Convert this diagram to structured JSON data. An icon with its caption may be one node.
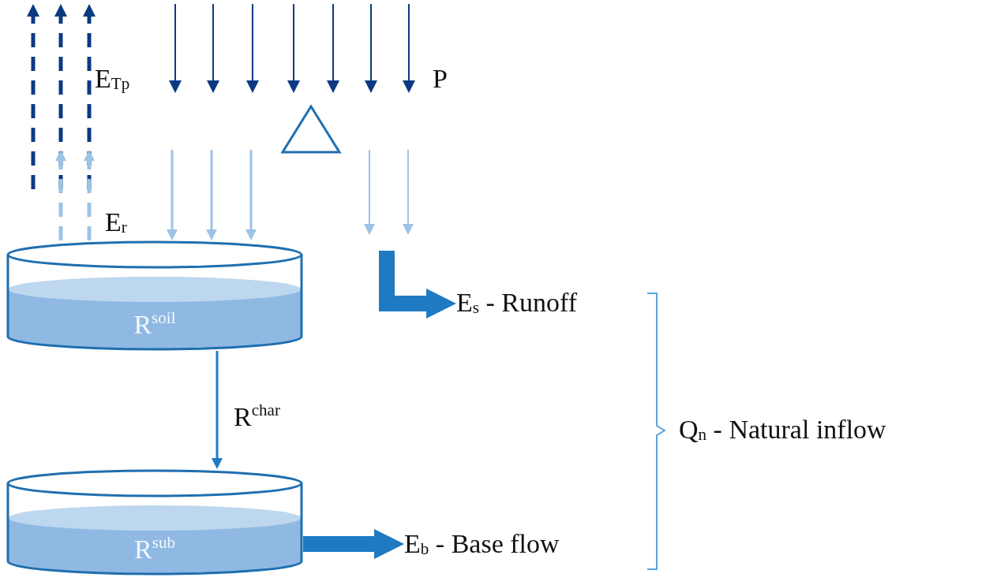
{
  "diagram": {
    "nodes": [
      {
        "text": [],
        "shape": "triangle"
      },
      {
        "text": [
          "R$^{soil}$"
        ]
      },
      {
        "text": [
          "E$_{s}$ - Runoff"
        ]
      },
      {
        "text": [
          "R$^{sub}$"
        ]
      },
      {
        "text": [
          "E$_{b}$ - Base flow"
        ]
      }
    ],
    "edges": [
      {
        "from": null,
        "to": 1,
        "arrow": "to"
      },
      {
        "from": null,
        "to": 1,
        "arrow": "to"
      },
      {
        "from": null,
        "to": 1,
        "arrow": "to"
      },
      {
        "from": 1,
        "to": null,
        "arrow": "to",
        "style": "dashed"
      },
      {
        "from": 1,
        "to": null,
        "arrow": "to",
        "style": "dashed"
      },
      {
        "from": null,
        "to": 2,
        "arrow": "to",
        "style": "thick",
        "color": "#1f7ac4"
      },
      {
        "from": 1,
        "to": 3,
        "arrow": "to",
        "label": "R$^{char}$",
        "color": "#1f7ac4"
      },
      {
        "from": 3,
        "to": 4,
        "arrow": "to",
        "style": "thick",
        "color": "#1f7ac4"
      }
    ],
    "labels": [
      "E$_{Tp}$",
      "P",
      "E$_{r}$",
      "Q$_{n}$ - Natural inflow"
    ]
  }
}
